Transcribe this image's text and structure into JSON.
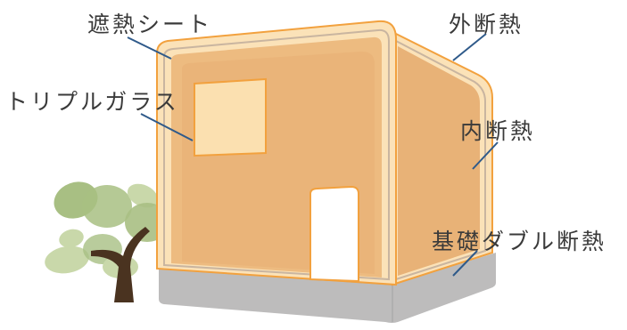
{
  "labels": {
    "shading_sheet": "遮熱シート",
    "exterior_insulation": "外断熱",
    "triple_glass": "トリプルガラス",
    "interior_insulation": "内断熱",
    "foundation_double_insulation": "基礎ダブル断熱"
  },
  "colors": {
    "house_fill": "#edbb80",
    "inner_panel": "#eab479",
    "outer_layer": "#fbe2b8",
    "outline": "#f2a13e",
    "insulation_line": "#c9b5a0",
    "window": "#fbe0b0",
    "door": "#ffffff",
    "foundation": "#bdbcbc",
    "leader_line": "#2f5a8a",
    "tree_trunk": "#4a3320",
    "leaf_dark": "#a8bf83",
    "leaf_light": "#c9d8aa"
  }
}
